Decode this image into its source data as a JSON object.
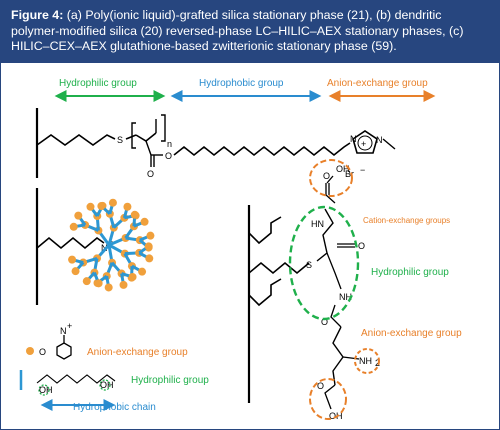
{
  "caption": {
    "figure_label": "Figure 4:",
    "text": " (a) Poly(ionic liquid)-grafted silica stationary phase (21), (b) dendritic polymer-modified silica (20) reversed-phase LC–HILIC–AEX stationary phases, (c) HILIC–CEX–AEX glutathione-based zwitterionic stationary phase (59)."
  },
  "panel_a": {
    "hydrophilic_label": "Hydrophilic group",
    "hydrophobic_label": "Hydrophobic group",
    "anion_label": "Anion-exchange group",
    "atom_s": "S",
    "atom_o1": "O",
    "atom_o2": "O",
    "atom_n1": "N",
    "atom_n2": "N",
    "plus": "+",
    "counterion": "Br",
    "counterion_charge": "−",
    "subscript_n": "n"
  },
  "panel_b": {
    "atom_n": "N",
    "plus": "+",
    "legend_anion": "Anion-exchange group",
    "legend_hydrophilic": "Hydrophilic group",
    "legend_hydrophobic": "Hydrophobic chain",
    "legend_o": "O",
    "legend_oh": "OH",
    "legend_n": "N",
    "legend_plus": "+"
  },
  "panel_c": {
    "cation_label": "Cation-exchange groups",
    "hydrophilic_label": "Hydrophilic group",
    "anion_label": "Anion-exchange group",
    "oh_top": "OH",
    "o_top": "O",
    "hn_1": "HN",
    "o_mid": "O",
    "s": "S",
    "nh": "NH",
    "o_low": "O",
    "nh2": "NH",
    "nh2_sub": "2",
    "o_bot": "O",
    "oh_bot": "OH"
  },
  "colors": {
    "header_bg": "#27467f",
    "green": "#1fb04b",
    "blue": "#2a8ccf",
    "orange": "#e8802a",
    "node_orange": "#f0a03c",
    "branch_blue": "#2d97d3"
  }
}
